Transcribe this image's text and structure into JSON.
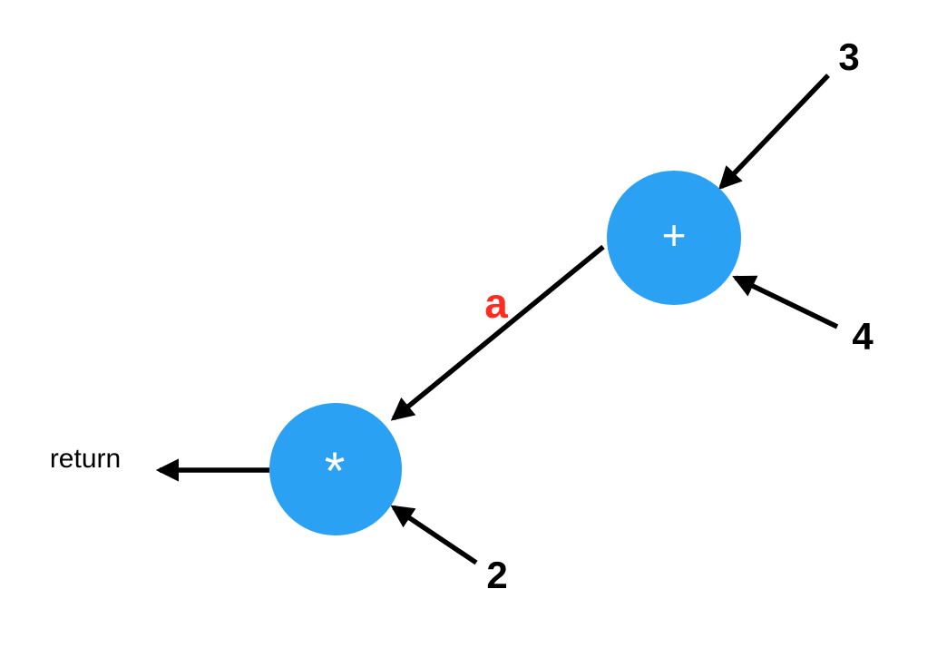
{
  "colors": {
    "node_fill": "#2AA1F2",
    "operator_text": "#FFFFFF",
    "edge_label": "#FF2D21",
    "arrow": "#000000",
    "background": "#FFFFFF"
  },
  "nodes": {
    "add": {
      "operator": "+"
    },
    "multiply": {
      "operator": "*"
    }
  },
  "inputs": {
    "three": "3",
    "four": "4",
    "two": "2"
  },
  "edge_label": {
    "a": "a"
  },
  "output": {
    "return": "return"
  },
  "edges": [
    {
      "from": "3",
      "to": "+"
    },
    {
      "from": "4",
      "to": "+"
    },
    {
      "from": "+",
      "to": "*",
      "label": "a"
    },
    {
      "from": "2",
      "to": "*"
    },
    {
      "from": "*",
      "to": "return"
    }
  ]
}
